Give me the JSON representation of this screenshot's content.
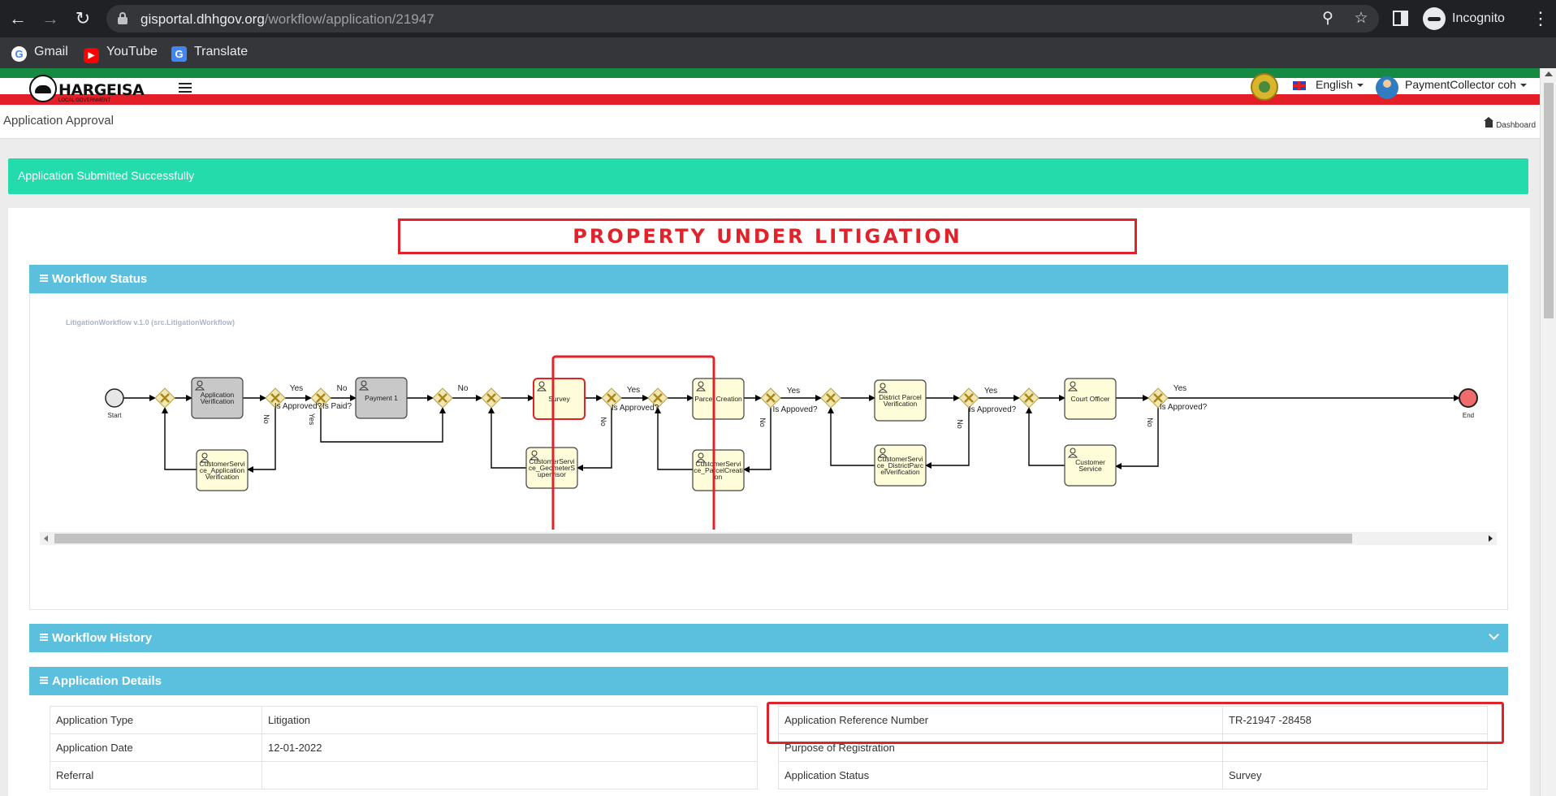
{
  "browser": {
    "url_host": "gisportal.dhhgov.org",
    "url_path": "/workflow/application/21947",
    "profile_label": "Incognito",
    "bookmarks": [
      {
        "label": "Gmail",
        "icon": "google-icon"
      },
      {
        "label": "YouTube",
        "icon": "youtube-icon"
      },
      {
        "label": "Translate",
        "icon": "translate-icon"
      }
    ]
  },
  "header": {
    "logo_text": "HARGEISA",
    "logo_sub": "LOCAL GOVERNMENT",
    "language": "English",
    "user_name": "PaymentCollector coh"
  },
  "subheader": {
    "title": "Application Approval",
    "breadcrumb": "Dashboard"
  },
  "alert": {
    "message": "Application Submitted Successfully"
  },
  "banner": {
    "text": "PROPERTY UNDER LITIGATION"
  },
  "workflow_status": {
    "title": "Workflow Status",
    "workflow_name": "LitigationWorkflow v.1.0 (src.LitigationWorkflow)",
    "start_label": "Start",
    "end_label": "End",
    "tasks": {
      "app_verification": [
        "Application",
        "Verification"
      ],
      "cs_app_verification": [
        "CustomerServi",
        "ce_Application",
        "Verification"
      ],
      "payment": [
        "Payment 1"
      ],
      "survey": [
        "Survey"
      ],
      "cs_geometer": [
        "CustomerServi",
        "ce_GeometerS",
        "upervisor"
      ],
      "parcel_creation": [
        "Parcel Creation"
      ],
      "cs_parcel": [
        "CustomerServi",
        "ce_ParcelCreati",
        "on"
      ],
      "district_parcel": [
        "District Parcel",
        "Verification"
      ],
      "cs_district": [
        "CustomerServi",
        "ce_DistrictParc",
        "elVerification"
      ],
      "court_officer": [
        "Court Officer"
      ],
      "customer_service": [
        "Customer",
        "Service"
      ]
    },
    "edge_labels": {
      "yes": "Yes",
      "no": "No",
      "is_approved": "Is Approved?",
      "is_paid": "Is Paid?",
      "is_appoved": "Is Appoved?"
    },
    "colors": {
      "current_task_border": "#e0222a",
      "completed_task_fill": "#c8c8c8",
      "pending_task_fill": "#fffcd9",
      "end_event": "#f26b6b"
    }
  },
  "workflow_history": {
    "title": "Workflow History"
  },
  "application_details": {
    "title": "Application Details",
    "left_rows": [
      {
        "label": "Application Type",
        "value": "Litigation"
      },
      {
        "label": "Application Date",
        "value": "12-01-2022"
      },
      {
        "label": "Referral",
        "value": ""
      }
    ],
    "right_rows": [
      {
        "label": "Application Reference Number",
        "value": "TR-21947 -28458"
      },
      {
        "label": "Purpose of Registration",
        "value": ""
      },
      {
        "label": "Application Status",
        "value": "Survey"
      }
    ]
  }
}
